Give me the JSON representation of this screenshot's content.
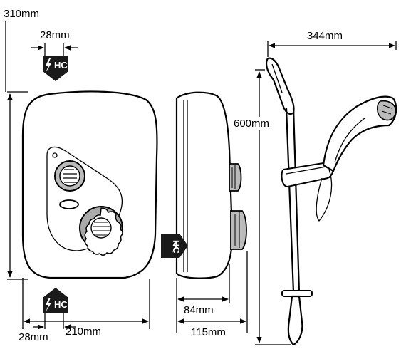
{
  "dimensions": {
    "width_front": "310mm",
    "inlet_top": "28mm",
    "kit_width": "344mm",
    "kit_height": "600mm",
    "inlet_bottom": "28mm",
    "centre": "210mm",
    "depth_body": "84mm",
    "depth_total": "115mm"
  },
  "badges": {
    "top_front": "HC",
    "side": "HC",
    "bottom_front": "HC"
  },
  "icons": {
    "electric": "lightning-bolt",
    "knob": "rotary-knob",
    "handset": "shower-head"
  },
  "colors": {
    "ink": "#000000",
    "badge_fill": "#1a1a1a",
    "background": "#ffffff"
  }
}
